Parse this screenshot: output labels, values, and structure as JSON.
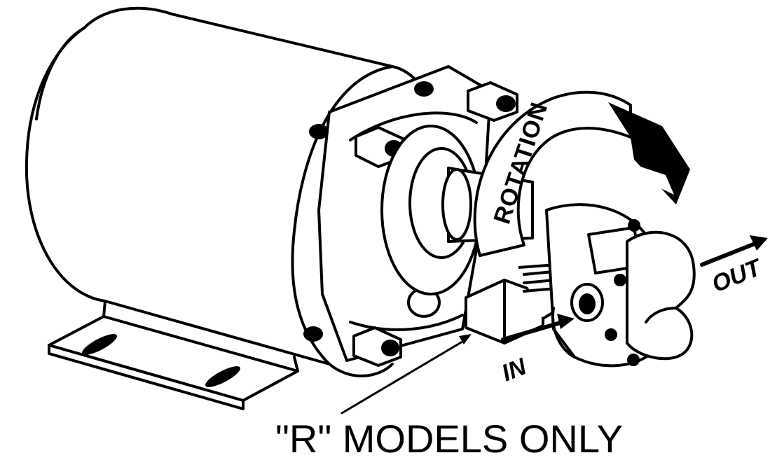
{
  "diagram": {
    "labels": {
      "rotation": "ROTATION",
      "out": "OUT",
      "in": "IN",
      "note": "\"R\" MODELS ONLY"
    }
  }
}
